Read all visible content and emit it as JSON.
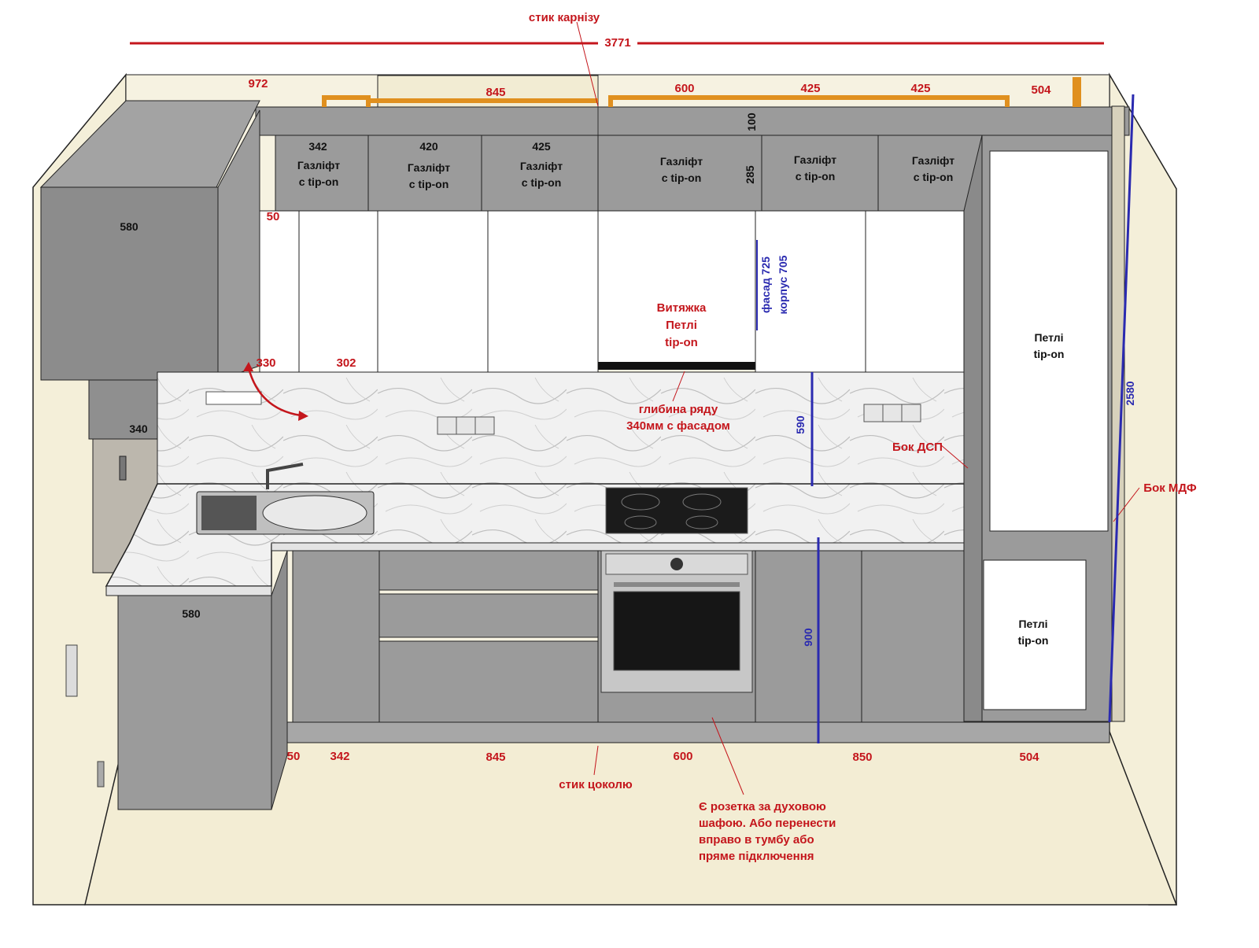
{
  "colors": {
    "dimension_red": "#c4161c",
    "dimension_blue": "#2a2ab0",
    "cabinet_grey": "#9b9b9b",
    "wall_beige": "#f4efd9",
    "gas_pipe": "#e0901f"
  },
  "top": {
    "cornice_joint_label": "стик карнізу",
    "total_width": "3771",
    "wall_segments": [
      "972",
      "845",
      "600",
      "425",
      "425",
      "504"
    ],
    "cornice_height": "100"
  },
  "upper": {
    "corner_width": "580",
    "cabinet_widths": [
      "342",
      "420",
      "425"
    ],
    "gaslift_label": "Газліфт",
    "tipon_label": "с tip-on",
    "mezz_height": "285",
    "gap_50": "50",
    "open_shelf_330": "330",
    "width_302": "302",
    "hood": {
      "line1": "Витяжка",
      "line2": "Петлі",
      "line3": "tip-on"
    },
    "facade_height": "фасад 725",
    "body_height": "корпус 705",
    "side_corner_340": "340"
  },
  "middle": {
    "depth_note_line1": "глибина ряду",
    "depth_note_line2": "340мм с фасадом",
    "backsplash_height": "590",
    "chipboard_side": "Бок ДСП",
    "mdf_side": "Бок МДФ",
    "tall_height": "2580"
  },
  "tall": {
    "hinges_label": "Петлі",
    "tipon_label": "tip-on"
  },
  "lower": {
    "corner_width": "580",
    "base_height": "900",
    "bottom_widths": [
      "50",
      "342",
      "845",
      "600",
      "850",
      "504"
    ],
    "plinth_joint_label": "стик цоколю",
    "outlet_note": {
      "line1": "Є розетка за духовою",
      "line2": "шафою. Або перенести",
      "line3": "вправо в тумбу або",
      "line4": "пряме підключення"
    }
  }
}
